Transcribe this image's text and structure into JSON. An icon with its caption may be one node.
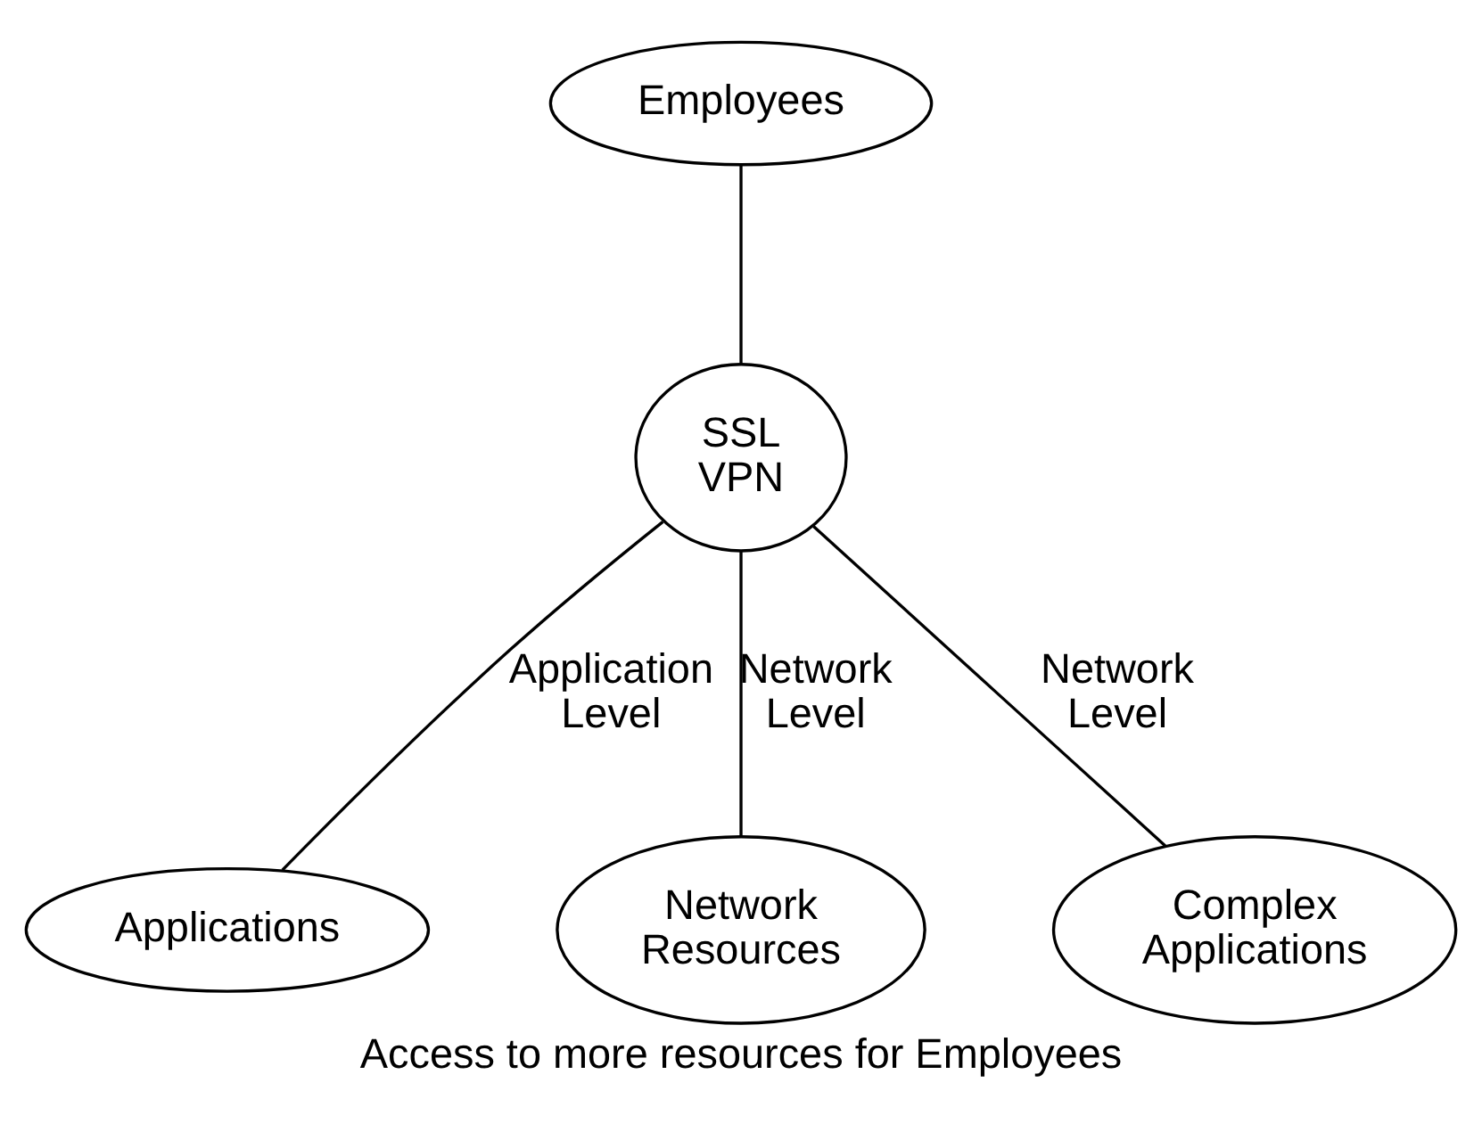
{
  "diagram": {
    "caption": "Access to more resources for Employees",
    "nodes": [
      {
        "text": [
          "Employees"
        ]
      },
      {
        "text": [
          "SSL VPN"
        ]
      },
      {
        "text": [
          "Applications"
        ]
      },
      {
        "text": [
          "Network Resources"
        ]
      },
      {
        "text": [
          "Complex Applications"
        ]
      }
    ],
    "edges": [
      {
        "from": 0,
        "to": 1,
        "arrow": "none"
      },
      {
        "from": 1,
        "to": 2,
        "arrow": "none",
        "label": "Application Level"
      },
      {
        "from": 1,
        "to": 3,
        "arrow": "none",
        "label": "Network Level"
      },
      {
        "from": 1,
        "to": 4,
        "arrow": "none",
        "label": "Network Level"
      }
    ]
  }
}
